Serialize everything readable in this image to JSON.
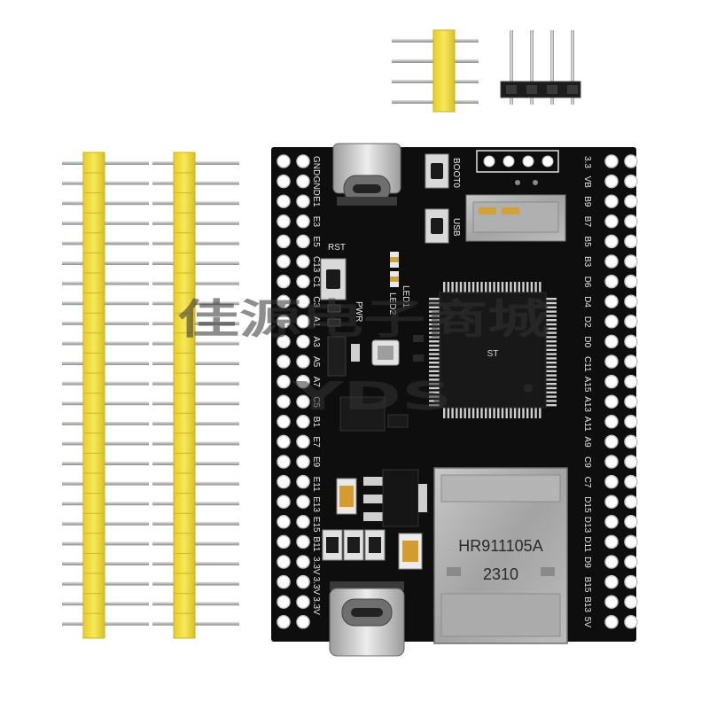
{
  "board": {
    "silk_left": [
      "GND",
      "GND",
      "E1",
      "E3",
      "E5",
      "C13",
      "C1",
      "C3",
      "A1",
      "A3",
      "A5",
      "A7",
      "C5",
      "B1",
      "E7",
      "E9",
      "E11",
      "E13",
      "E15",
      "B11",
      "3.3V",
      "3.3V",
      "3.3V"
    ],
    "silk_right": [
      "3.3",
      "VB",
      "B9",
      "B7",
      "B5",
      "B3",
      "D6",
      "D4",
      "D2",
      "D0",
      "C11",
      "A15",
      "A13",
      "A11",
      "A9",
      "C9",
      "C7",
      "D15",
      "D13",
      "D11",
      "D9",
      "B15",
      "B13",
      "5V"
    ],
    "labels": {
      "boot": "BOOT0",
      "usb": "USB",
      "rst": "RST",
      "led1": "LED1",
      "led2": "LED2",
      "pwr": "PWR"
    },
    "ethernet_jack": {
      "model": "HR911105A",
      "date": "2310"
    }
  },
  "watermark": {
    "line1": "佳源电子商城",
    "line2": "YDS"
  },
  "colors": {
    "pcb": "#0e0e0e",
    "header_plastic": "#f2df3a",
    "pins": "#bdbdbd"
  }
}
